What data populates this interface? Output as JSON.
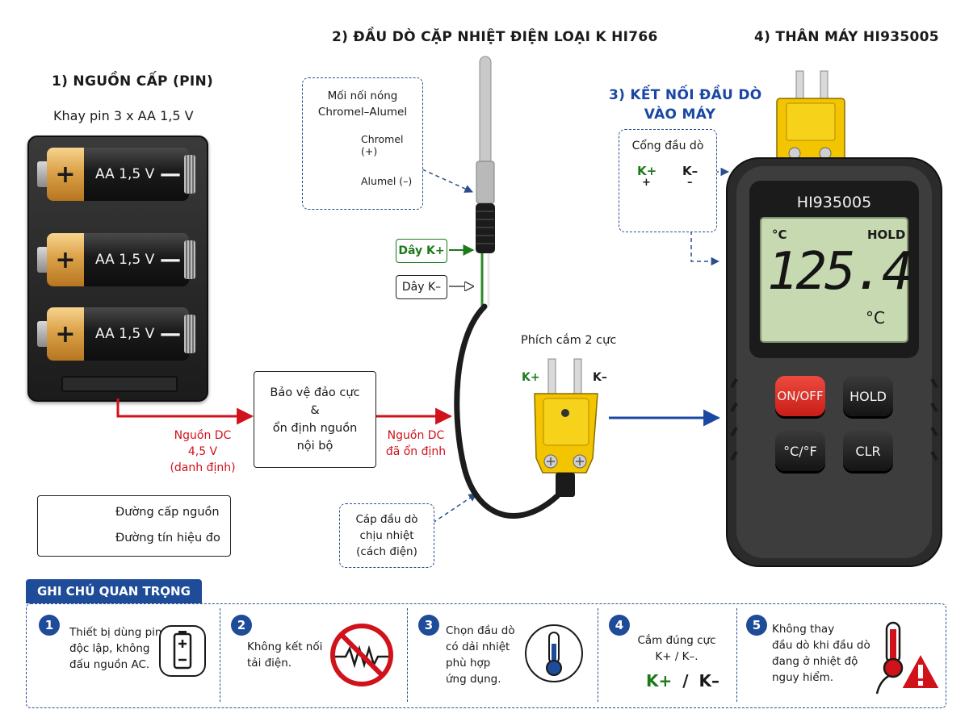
{
  "sections": {
    "power_title": "1) NGUỒN CẤP (PIN)",
    "probe_title": "2) ĐẦU DÒ CẶP NHIỆT ĐIỆN LOẠI K HI766",
    "connect_title_line1": "3) KẾT NỐI ĐẦU DÒ",
    "connect_title_line2": "VÀO MÁY",
    "body_title": "4) THÂN MÁY HI935005"
  },
  "battery": {
    "tray_label": "Khay pin 3 x AA 1,5 V",
    "cells": [
      {
        "plus": "+",
        "label": "AA 1,5 V",
        "minus": "—"
      },
      {
        "plus": "+",
        "label": "AA 1,5 V",
        "minus": "—"
      },
      {
        "plus": "+",
        "label": "AA 1,5 V",
        "minus": "—"
      }
    ]
  },
  "power_flow": {
    "dc_in_line1": "Nguồn DC",
    "dc_in_line2": "4,5 V",
    "dc_in_line3": "(danh định)",
    "protect_line1": "Bảo vệ đảo cực",
    "protect_line2": "&",
    "protect_line3": "ổn định nguồn",
    "protect_line4": "nội bộ",
    "dc_out_line1": "Nguồn DC",
    "dc_out_line2": "đã ổn định"
  },
  "legend": {
    "power_path": "Đường cấp nguồn",
    "signal_path": "Đường tín hiệu đo"
  },
  "probe": {
    "junction_line1": "Mối nối nóng",
    "junction_line2": "Chromel–Alumel",
    "chromel": "Chromel (+)",
    "alumel": "Alumel (–)",
    "wire_kplus": "Dây K+",
    "wire_kminus": "Dây K–",
    "cable_line1": "Cáp đầu dò",
    "cable_line2": "chịu nhiệt",
    "cable_line3": "(cách điện)",
    "plug_label": "Phích cắm 2 cực",
    "plug_kplus": "K+",
    "plug_kminus": "K–"
  },
  "port": {
    "title": "Cổng đầu dò",
    "kplus": "K+",
    "kminus": "K–",
    "plus": "+",
    "minus": "–"
  },
  "meter": {
    "model": "HI935005",
    "unit_top": "°C",
    "hold": "HOLD",
    "reading": "125.4",
    "unit_bottom": "°C",
    "buttons": {
      "on_off": "ON/OFF",
      "hold": "HOLD",
      "unit": "°C/°F",
      "clr": "CLR"
    }
  },
  "notes": {
    "heading": "GHI CHÚ QUAN TRỌNG",
    "items": [
      {
        "num": "1",
        "line1": "Thiết bị dùng pin",
        "line2": "độc lập, không",
        "line3": "đấu nguồn AC."
      },
      {
        "num": "2",
        "line1": "Không kết nối",
        "line2": "tải điện."
      },
      {
        "num": "3",
        "line1": "Chọn đầu dò",
        "line2": "có dải nhiệt",
        "line3": "phù hợp",
        "line4": "ứng dụng."
      },
      {
        "num": "4",
        "line1": "Cắm đúng cực",
        "line2": "K+ / K–.",
        "big_kplus": "K+",
        "big_slash": "/",
        "big_kminus": "K–"
      },
      {
        "num": "5",
        "line1": "Không thay",
        "line2": "đầu dò khi đầu dò",
        "line3": "đang ở nhiệt độ",
        "line4": "nguy hiểm."
      }
    ]
  },
  "colors": {
    "power_red": "#d0121b",
    "signal_blue": "#1a47a3",
    "plus_green": "#1c7a1c",
    "plug_yellow": "#f3c400",
    "lcd_green": "#c7d9b0",
    "onoff_red": "#d82a24"
  }
}
